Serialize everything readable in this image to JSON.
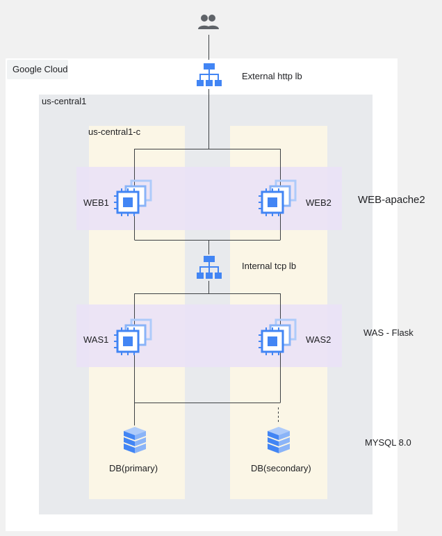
{
  "brand": {
    "logo_text": "Google Cloud"
  },
  "region": {
    "label": "us-central1"
  },
  "zone": {
    "label": "us-central1-c"
  },
  "users": {
    "icon": "users-icon"
  },
  "external_lb": {
    "label": "External http lb",
    "icon": "load-balancer-icon"
  },
  "internal_lb": {
    "label": "Internal tcp lb",
    "icon": "load-balancer-icon"
  },
  "web_tier": {
    "label": "WEB-apache2",
    "nodes": [
      {
        "label": "WEB1",
        "icon": "compute-engine-icon"
      },
      {
        "label": "WEB2",
        "icon": "compute-engine-icon"
      }
    ]
  },
  "was_tier": {
    "label": "WAS - Flask",
    "nodes": [
      {
        "label": "WAS1",
        "icon": "compute-engine-icon"
      },
      {
        "label": "WAS2",
        "icon": "compute-engine-icon"
      }
    ]
  },
  "db_tier": {
    "label": "MYSQL 8.0",
    "nodes": [
      {
        "label": "DB(primary)",
        "icon": "cloud-sql-icon"
      },
      {
        "label": "DB(secondary)",
        "icon": "cloud-sql-icon"
      }
    ]
  },
  "colors": {
    "icon_blue": "#4285f4",
    "icon_blue_light": "#aecbfa",
    "icon_gray": "#5f6368",
    "line": "#3c4043",
    "tier_band": "#ebe3f6",
    "zone": "#fbf6e6",
    "region": "#e8eaed"
  }
}
